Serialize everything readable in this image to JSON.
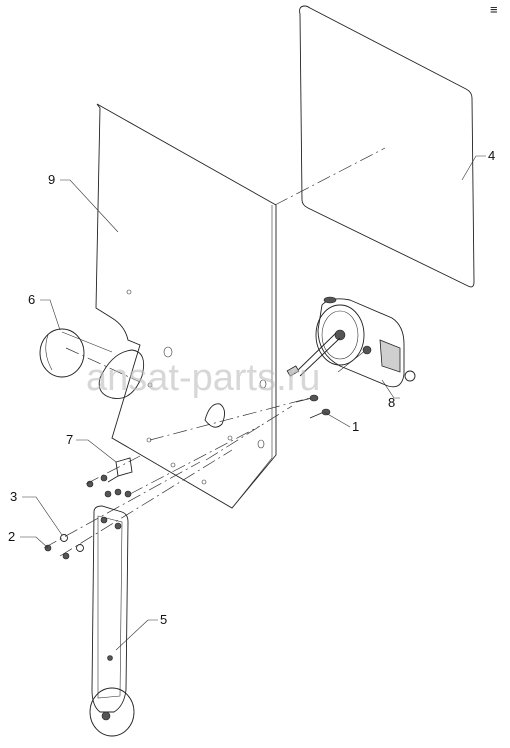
{
  "callouts": [
    "1",
    "2",
    "3",
    "4",
    "5",
    "6",
    "7",
    "8",
    "9"
  ],
  "watermark": "ansat-parts.ru",
  "corner_mark": "≡"
}
